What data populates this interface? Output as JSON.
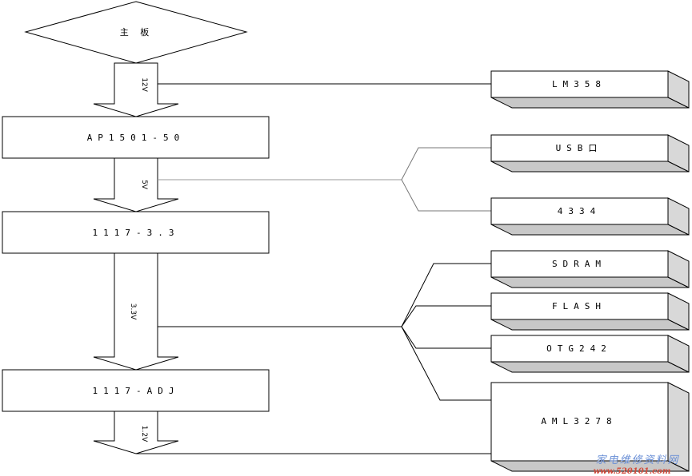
{
  "diagram": {
    "top_label": "主 板",
    "chain": [
      {
        "id": "ap1501",
        "label": "AP1501-50"
      },
      {
        "id": "reg33",
        "label": "1117-3.3"
      },
      {
        "id": "regadj",
        "label": "1117-ADJ"
      }
    ],
    "voltages": [
      "12V",
      "5V",
      "3.3V",
      "1.2V"
    ],
    "loads": [
      {
        "id": "lm358",
        "label": "LM358"
      },
      {
        "id": "usb",
        "label": "USB口"
      },
      {
        "id": "chip4334",
        "label": "4334"
      },
      {
        "id": "sdram",
        "label": "SDRAM"
      },
      {
        "id": "flash",
        "label": "FLASH"
      },
      {
        "id": "otg",
        "label": "OTG242"
      },
      {
        "id": "aml",
        "label": "AML3278"
      }
    ]
  },
  "watermark": {
    "line1": "家电维修资料网",
    "line2": "www.520101.com"
  }
}
